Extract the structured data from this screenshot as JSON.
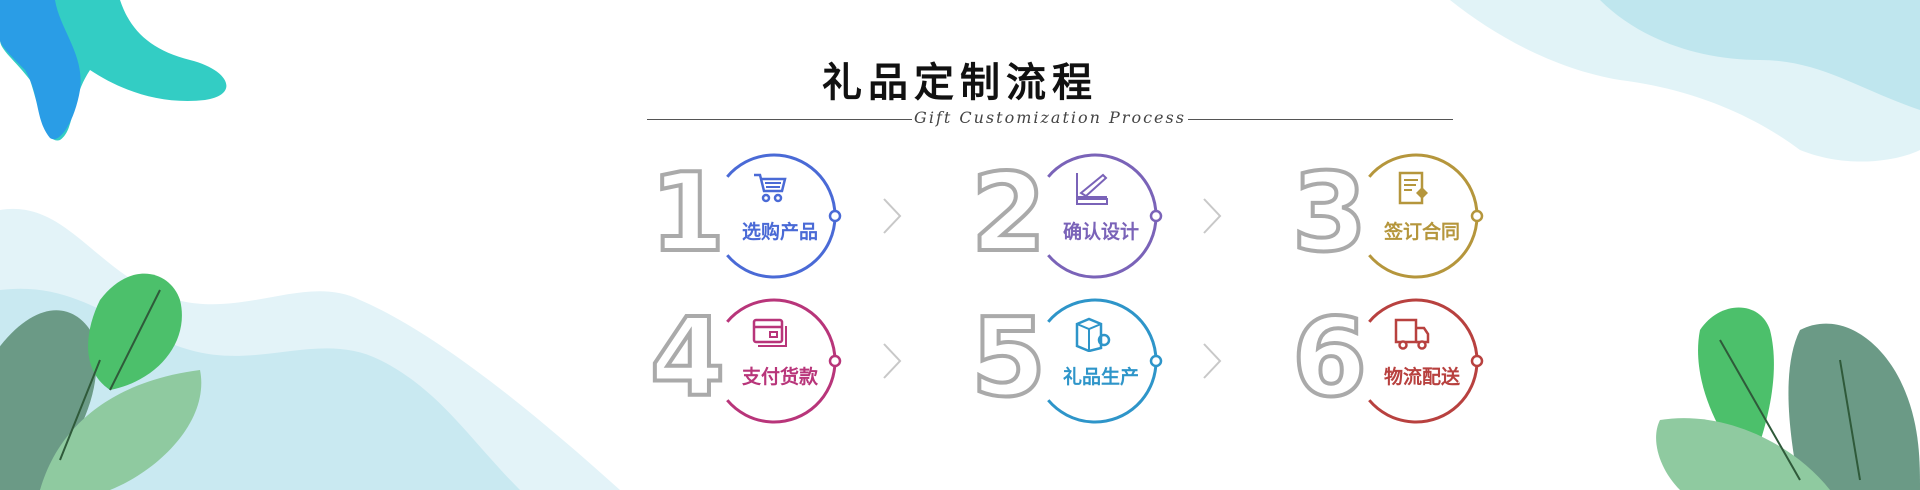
{
  "header": {
    "title": "礼品定制流程",
    "subtitle": "Gift Customization Process"
  },
  "steps": [
    {
      "number": "1",
      "label": "选购产品",
      "icon": "shopping-cart-icon",
      "color": "#4a6ad6"
    },
    {
      "number": "2",
      "label": "确认设计",
      "icon": "design-ruler-icon",
      "color": "#7a63b8"
    },
    {
      "number": "3",
      "label": "签订合同",
      "icon": "contract-icon",
      "color": "#b5963c"
    },
    {
      "number": "4",
      "label": "支付货款",
      "icon": "payment-card-icon",
      "color": "#b8357a"
    },
    {
      "number": "5",
      "label": "礼品生产",
      "icon": "production-box-icon",
      "color": "#2e95c9"
    },
    {
      "number": "6",
      "label": "物流配送",
      "icon": "delivery-truck-icon",
      "color": "#b8413f"
    }
  ],
  "colors": {
    "arrow": "#c8c8c8",
    "digit_outline": "#aaaaaa"
  }
}
